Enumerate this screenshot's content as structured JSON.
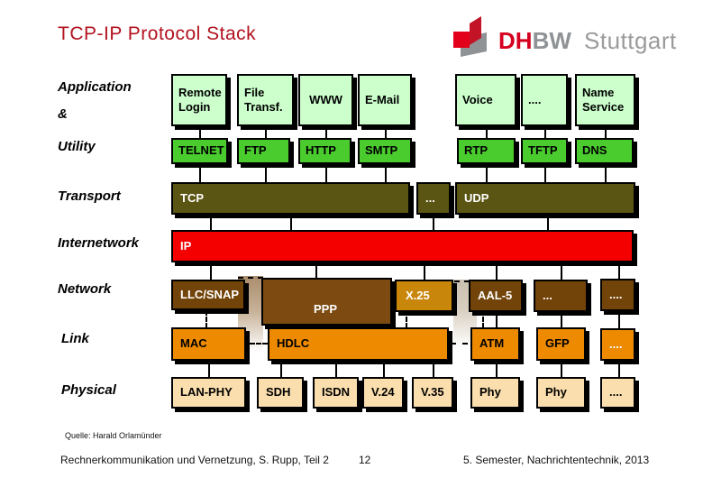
{
  "slide": {
    "title": "TCP-IP Protocol Stack",
    "logo": {
      "dh": "DH",
      "bw": "BW",
      "city": "Stuttgart"
    },
    "layers": {
      "application": "Application",
      "amp": "&",
      "utility": "Utility",
      "transport": "Transport",
      "internetwork": "Internetwork",
      "network": "Network",
      "link": "Link",
      "physical": "Physical"
    },
    "boxes": {
      "remote_login": "Remote Login",
      "file_transf": "File Transf.",
      "www": "WWW",
      "email": "E-Mail",
      "voice": "Voice",
      "app_dots": "....",
      "name_service": "Name Service",
      "telnet": "TELNET",
      "ftp": "FTP",
      "http": "HTTP",
      "smtp": "SMTP",
      "rtp": "RTP",
      "tftp": "TFTP",
      "dns": "DNS",
      "tcp": "TCP",
      "tcp_dots": "...",
      "udp": "UDP",
      "ip": "IP",
      "llc_snap": "LLC/SNAP",
      "ppp": "PPP",
      "x25": "X.25",
      "aal5": "AAL-5",
      "net_dots3": "...",
      "net_dots4": "....",
      "mac": "MAC",
      "hdlc": "HDLC",
      "atm": "ATM",
      "gfp": "GFP",
      "link_dots": "....",
      "lan_phy": "LAN-PHY",
      "sdh": "SDH",
      "isdn": "ISDN",
      "v24": "V.24",
      "v35": "V.35",
      "phy1": "Phy",
      "phy2": "Phy",
      "phy_dots": "...."
    },
    "footer": {
      "source": "Quelle: Harald Orlamünder",
      "course": "Rechnerkommunikation und Vernetzung, S. Rupp, Teil 2",
      "page": "12",
      "semester": "5. Semester, Nachrichtentechnik, 2013"
    },
    "colors": {
      "title_red": "#b2121f",
      "application_fill": "#ccffcc",
      "utility_fill": "#4acc2e",
      "transport_fill": "#5b5513",
      "ip_fill": "#f40000",
      "network_brown": "#734409",
      "x25_fill": "#c8860b",
      "link_fill": "#ed8a00",
      "physical_fill": "#fadead",
      "logo_red": "#e2001a",
      "logo_gray": "#8f9396"
    }
  }
}
